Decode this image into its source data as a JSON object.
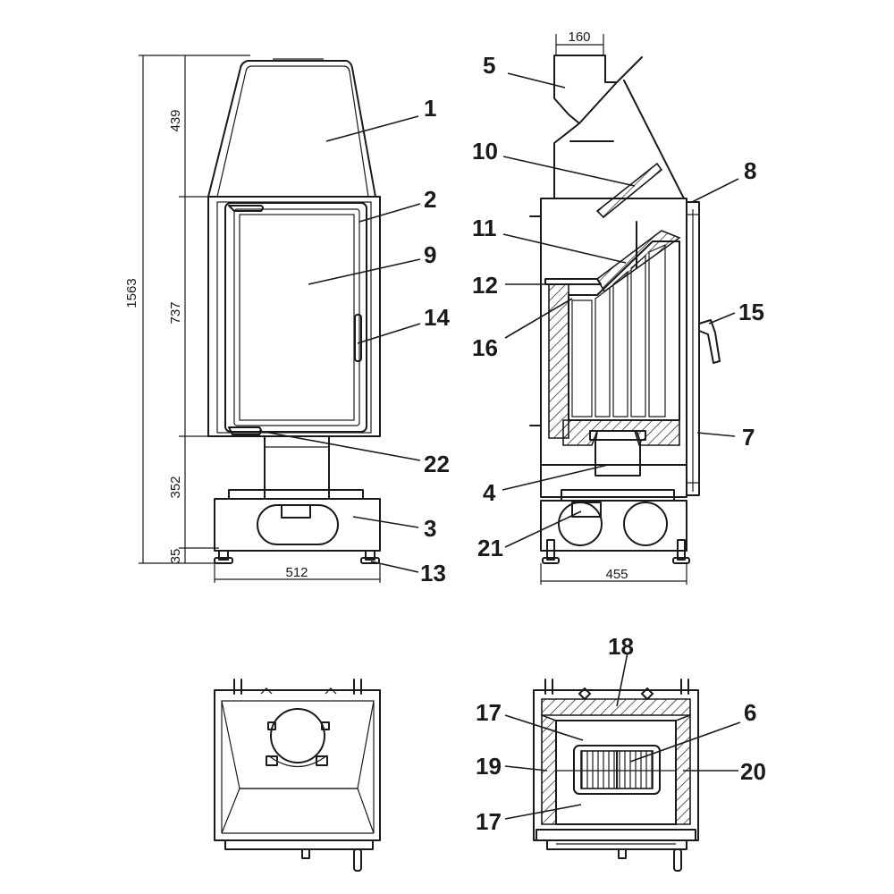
{
  "dimensions": {
    "total_height": "1563",
    "hood_height": "439",
    "door_height": "737",
    "base_height": "352",
    "foot_height": "35",
    "front_width": "512",
    "side_depth": "455",
    "flue_diameter": "160"
  },
  "callouts": [
    "1",
    "2",
    "3",
    "4",
    "5",
    "6",
    "7",
    "8",
    "9",
    "10",
    "11",
    "12",
    "13",
    "14",
    "15",
    "16",
    "17",
    "18",
    "19",
    "20",
    "21",
    "22"
  ]
}
